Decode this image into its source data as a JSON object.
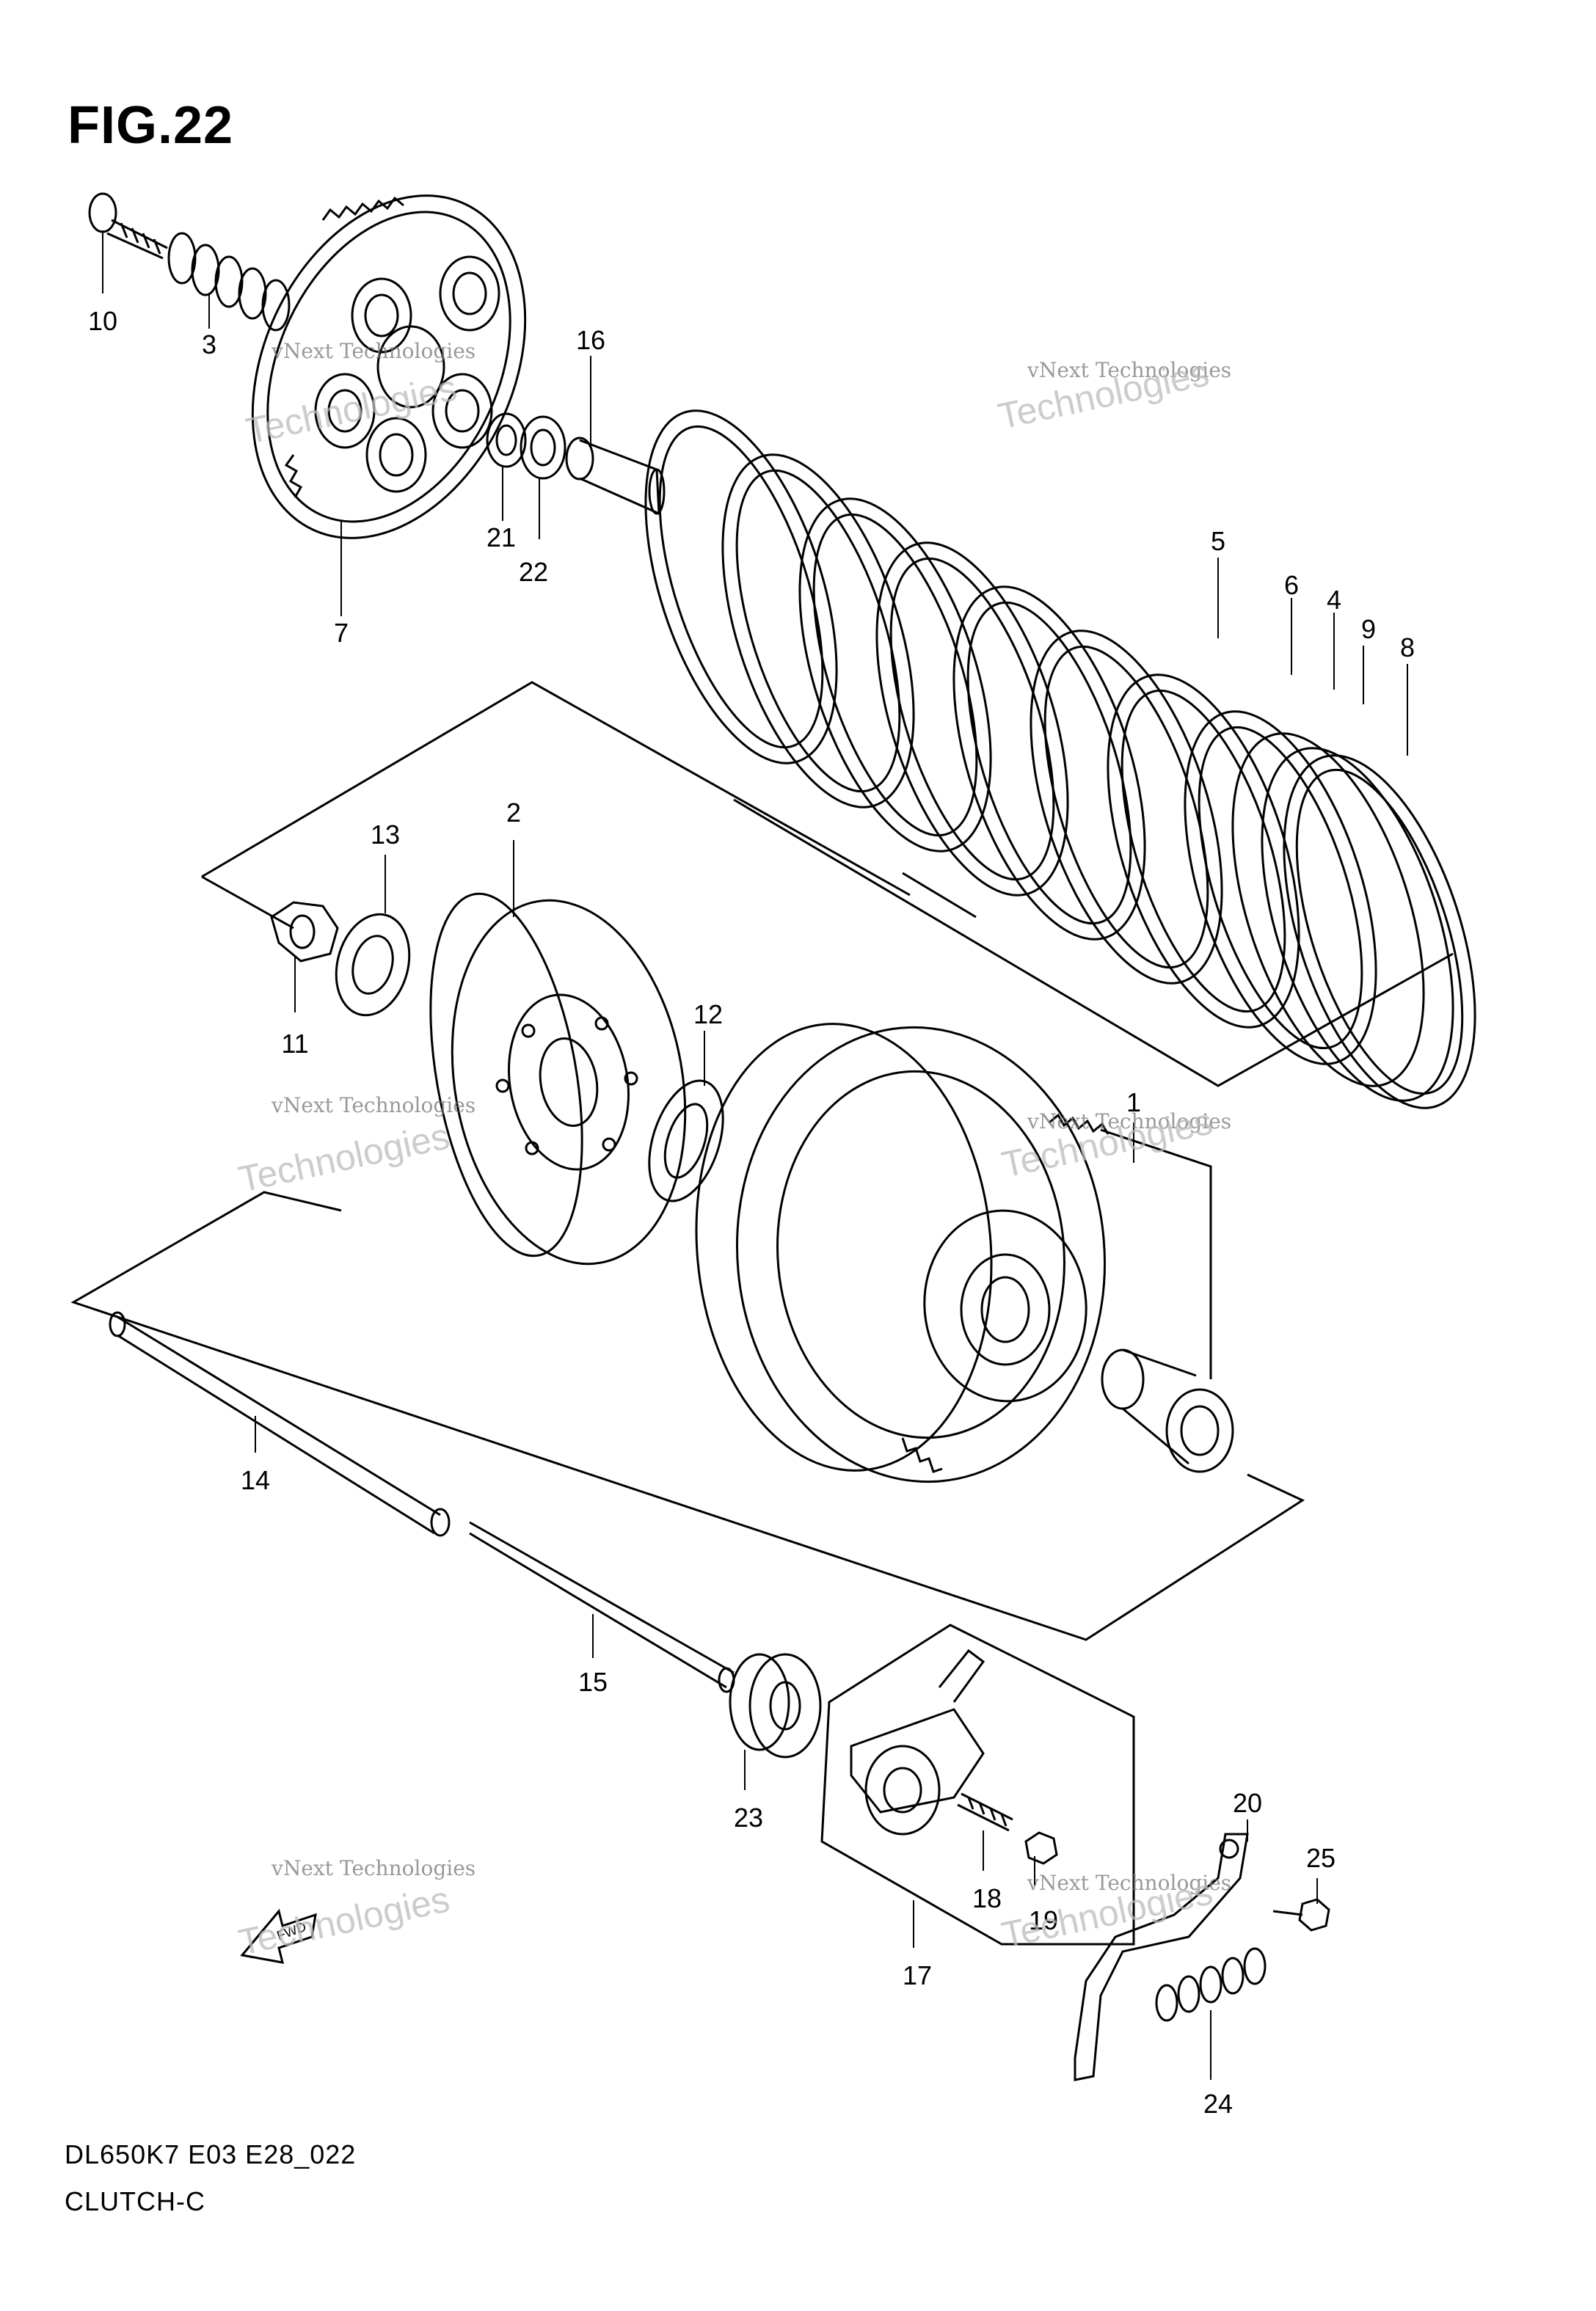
{
  "figure": {
    "title": "FIG.22"
  },
  "footer": {
    "model_code": "DL650K7 E03 E28_022",
    "section": "CLUTCH-C"
  },
  "watermark": {
    "small": "vNext Technologies",
    "large": "Technologies",
    "overlay": "vNext"
  },
  "fwd_label": "FWD",
  "callouts": {
    "c1": "1",
    "c2": "2",
    "c3": "3",
    "c4": "4",
    "c5": "5",
    "c6": "6",
    "c7": "7",
    "c8": "8",
    "c9": "9",
    "c10": "10",
    "c11": "11",
    "c12": "12",
    "c13": "13",
    "c14": "14",
    "c15": "15",
    "c16": "16",
    "c17": "17",
    "c18": "18",
    "c19": "19",
    "c20": "20",
    "c21": "21",
    "c22": "22",
    "c23": "23",
    "c24": "24",
    "c25": "25"
  },
  "colors": {
    "line": "#000000",
    "watermark": "#999999"
  }
}
